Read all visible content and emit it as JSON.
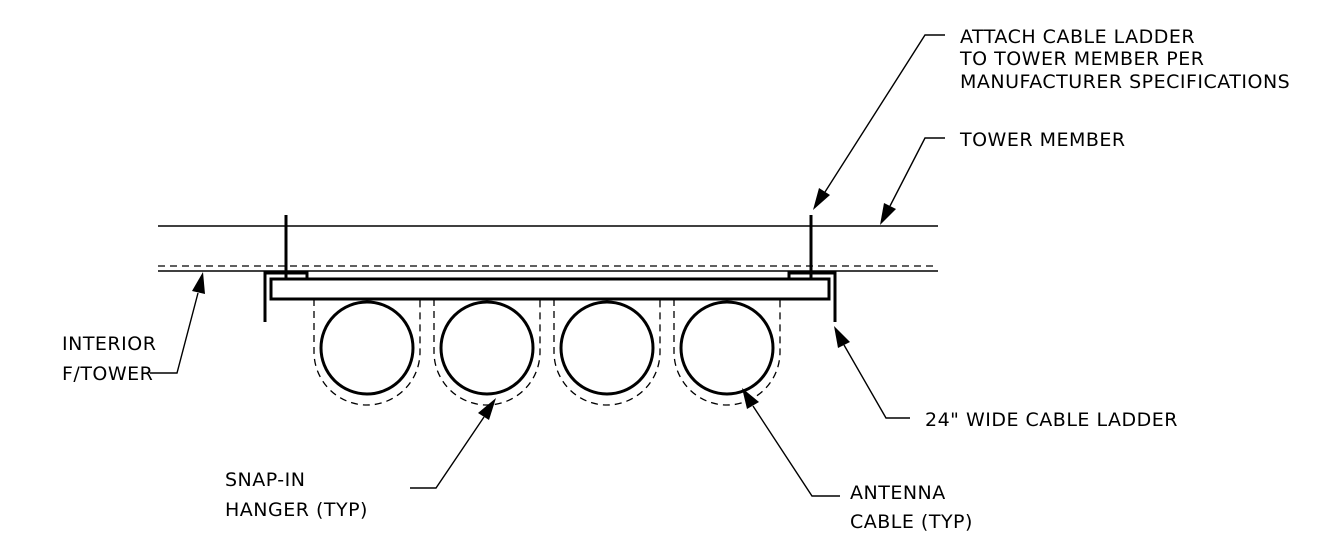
{
  "notes": {
    "attach": {
      "lines": [
        "ATTACH CABLE LADDER",
        "TO TOWER MEMBER PER",
        "MANUFACTURER SPECIFICATIONS"
      ]
    },
    "tower_member": {
      "lines": [
        "TOWER MEMBER"
      ]
    },
    "interior": {
      "lines": [
        "INTERIOR",
        "F/TOWER"
      ]
    },
    "cable_ladder": {
      "lines": [
        "24\" WIDE CABLE LADDER"
      ]
    },
    "snap_in": {
      "lines": [
        "SNAP-IN",
        "HANGER (TYP)"
      ]
    },
    "antenna": {
      "lines": [
        "ANTENNA",
        "CABLE (TYP)"
      ]
    }
  }
}
